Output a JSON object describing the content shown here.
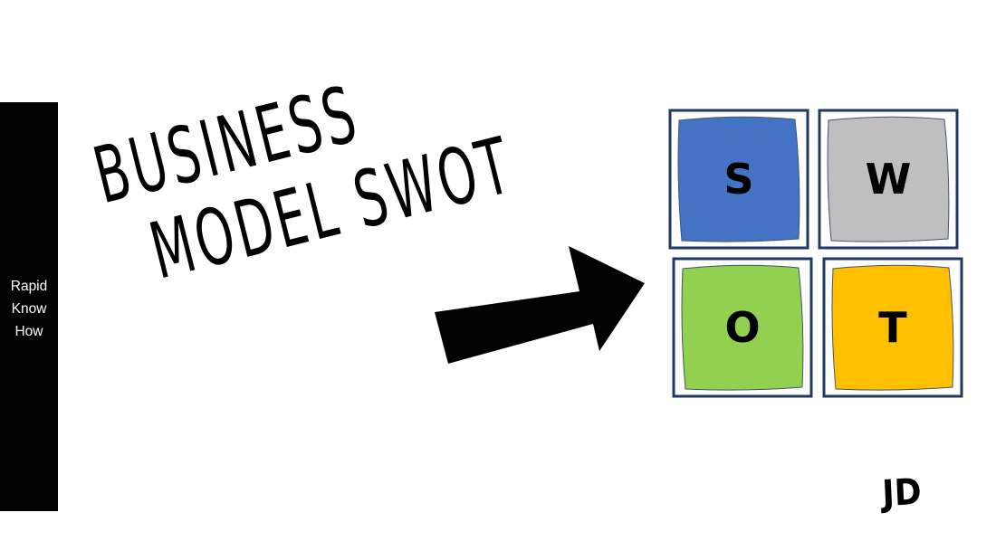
{
  "sidebar": {
    "lines": [
      "Rapid",
      "Know",
      "How"
    ]
  },
  "title": {
    "line1": "BUSINESS",
    "line2": "MODEL SWOT"
  },
  "swot": [
    {
      "letter": "S",
      "color": "#4472c4"
    },
    {
      "letter": "W",
      "color": "#bfbfbf"
    },
    {
      "letter": "O",
      "color": "#92d050"
    },
    {
      "letter": "T",
      "color": "#ffc000"
    }
  ],
  "border_color": "#1f3864",
  "signature": "JD"
}
